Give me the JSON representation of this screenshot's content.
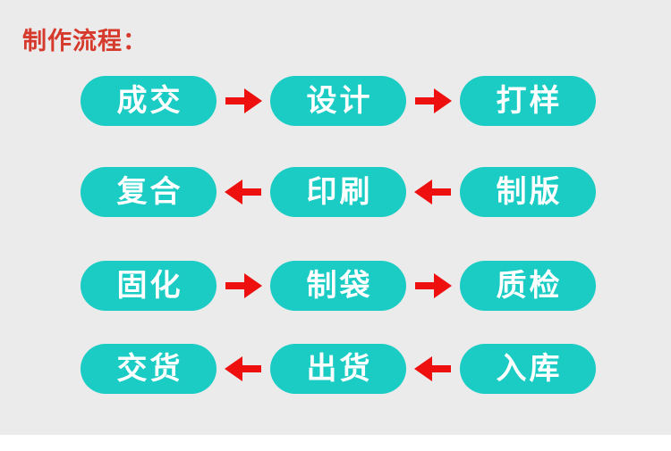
{
  "title": {
    "text": "制作流程："
  },
  "colors": {
    "panel_background": "#ebebeb",
    "page_background": "#ffffff",
    "pill": "#1accc3",
    "pill_text": "#ffffff",
    "arrow": "#ee0f0f",
    "title": "#d63a2c"
  },
  "flow": {
    "rows": [
      {
        "direction": "right",
        "steps": [
          "成交",
          "设计",
          "打样"
        ]
      },
      {
        "direction": "left",
        "steps": [
          "复合",
          "印刷",
          "制版"
        ]
      },
      {
        "direction": "right",
        "steps": [
          "固化",
          "制袋",
          "质检"
        ]
      },
      {
        "direction": "left",
        "steps": [
          "交货",
          "出货",
          "入库"
        ]
      }
    ]
  }
}
